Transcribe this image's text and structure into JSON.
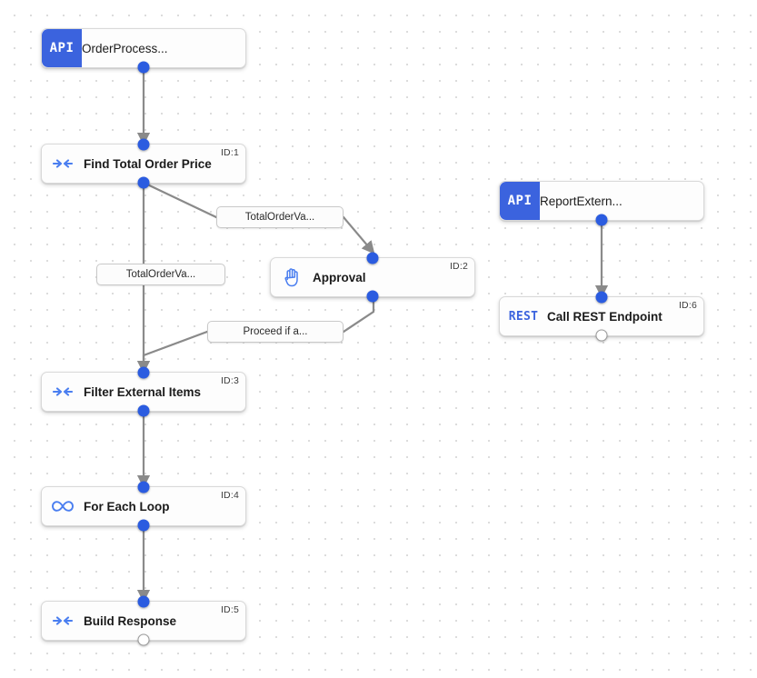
{
  "canvas": {
    "background_color": "#ffffff",
    "dot_color": "#dcdcdc",
    "accent_color": "#3b63de",
    "edge_color": "#808080"
  },
  "nodes": [
    {
      "key": "order_process",
      "badge": "API",
      "badge_type": "api",
      "title": "OrderProcess...",
      "id_label": "",
      "icon": "api-badge-icon"
    },
    {
      "key": "find_total_order_price",
      "badge": "",
      "badge_type": "icon",
      "title": "Find Total Order Price",
      "id_label": "ID:1",
      "icon": "merge-arrows-icon"
    },
    {
      "key": "approval",
      "badge": "",
      "badge_type": "icon",
      "title": "Approval",
      "id_label": "ID:2",
      "icon": "hand-icon"
    },
    {
      "key": "filter_external_items",
      "badge": "",
      "badge_type": "icon",
      "title": "Filter External Items",
      "id_label": "ID:3",
      "icon": "merge-arrows-icon"
    },
    {
      "key": "for_each_loop",
      "badge": "",
      "badge_type": "icon",
      "title": "For Each Loop",
      "id_label": "ID:4",
      "icon": "infinity-icon"
    },
    {
      "key": "build_response",
      "badge": "",
      "badge_type": "icon",
      "title": "Build Response",
      "id_label": "ID:5",
      "icon": "merge-arrows-icon"
    },
    {
      "key": "report_extern",
      "badge": "API",
      "badge_type": "api",
      "title": "ReportExtern...",
      "id_label": "",
      "icon": "api-badge-icon"
    },
    {
      "key": "call_rest_endpoint",
      "badge": "REST",
      "badge_type": "rest",
      "title": "Call REST Endpoint",
      "id_label": "ID:6",
      "icon": "rest-badge-icon"
    }
  ],
  "edge_labels": [
    {
      "key": "total_order_va_right",
      "text": "TotalOrderVa..."
    },
    {
      "key": "total_order_va_left",
      "text": "TotalOrderVa..."
    },
    {
      "key": "proceed_if_a",
      "text": "Proceed if a..."
    }
  ]
}
